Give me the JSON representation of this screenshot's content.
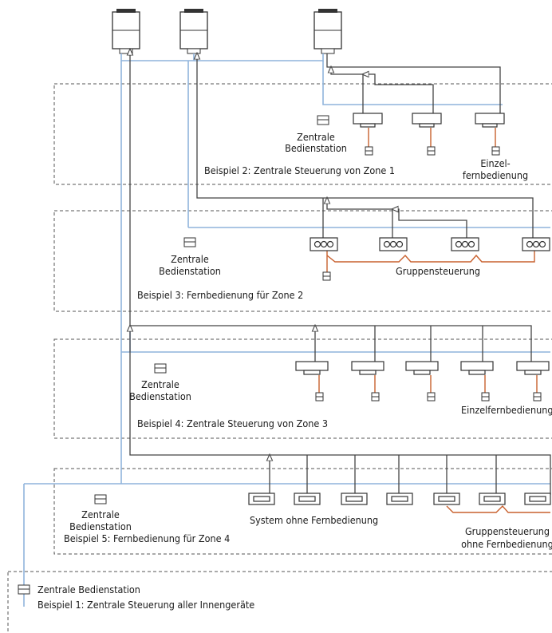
{
  "labels": {
    "station_zone1": [
      "Zentrale",
      "Bedienstation"
    ],
    "einzel_zone1": [
      "Einzel-",
      "fernbedienung"
    ],
    "example2": "Beispiel 2: Zentrale Steuerung von Zone 1",
    "station_zone2": [
      "Zentrale",
      "Bedienstation"
    ],
    "gruppensteuerung": "Gruppensteuerung",
    "example3": "Beispiel 3: Fernbedienung für Zone 2",
    "station_zone3": [
      "Zentrale",
      "Bedienstation"
    ],
    "einzel_zone3": "Einzelfernbedienung",
    "example4": "Beispiel 4: Zentrale Steuerung von Zone 3",
    "station_zone4": [
      "Zentrale",
      "Bedienstation"
    ],
    "system_ohne": "System ohne Fernbedienung",
    "gruppe_ohne": [
      "Gruppensteuerung",
      "ohne Fernbedienung"
    ],
    "example5": "Beispiel 5: Fernbedienung für Zone 4",
    "station_all": "Zentrale Bedienstation",
    "example1": "Beispiel 1: Zentrale Steuerung aller Innengeräte"
  },
  "colors": {
    "control_line": "#8fb4dc",
    "refrigerant_line": "#444444",
    "remote_line": "#c8602e",
    "zone_border": "#555555"
  }
}
